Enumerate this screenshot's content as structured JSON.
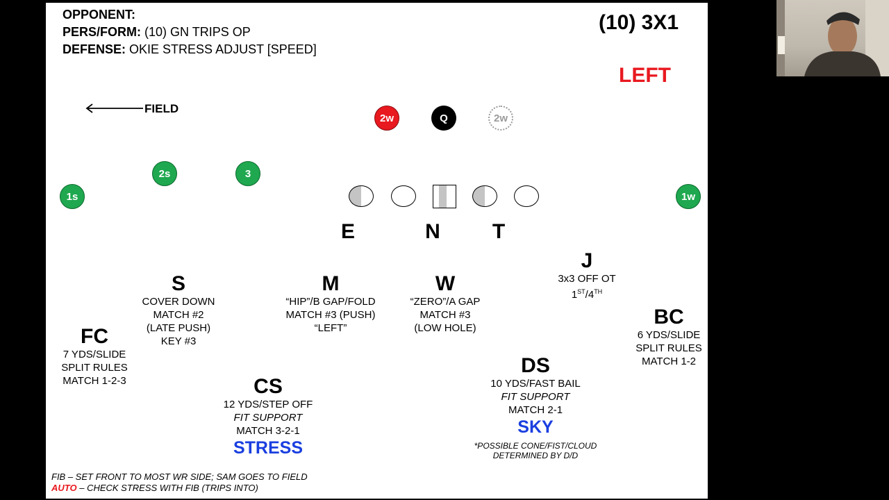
{
  "header": {
    "opponent_label": "OPPONENT:",
    "pers_label": "PERS/FORM:",
    "pers_value": "(10) GN TRIPS OP",
    "defense_label": "DEFENSE:",
    "defense_value": "OKIE STRESS ADJUST [SPEED]",
    "formation_tag": "(10) 3X1",
    "direction": "LEFT",
    "direction_color": "#e8191f"
  },
  "field_label": "FIELD",
  "offense": {
    "backfield": [
      "2w",
      "Q",
      "2w"
    ],
    "receivers": [
      "1s",
      "2s",
      "3",
      "1w"
    ]
  },
  "dline": [
    "E",
    "N",
    "T"
  ],
  "defenders": {
    "J": {
      "name": "J",
      "lines": [
        "3x3 OFF OT"
      ],
      "sup1": "1",
      "sup1b": "ST",
      "sup2": "/4",
      "sup2b": "TH"
    },
    "S": {
      "name": "S",
      "lines": [
        "COVER DOWN",
        "MATCH #2",
        "(LATE PUSH)",
        "KEY #3"
      ]
    },
    "M": {
      "name": "M",
      "lines": [
        "“HIP”/B GAP/FOLD",
        "MATCH #3 (PUSH)",
        "“LEFT”"
      ]
    },
    "W": {
      "name": "W",
      "lines": [
        "“ZERO”/A GAP",
        "MATCH #3",
        "(LOW HOLE)"
      ]
    },
    "FC": {
      "name": "FC",
      "lines": [
        "7 YDS/SLIDE",
        "SPLIT RULES",
        "MATCH 1-2-3"
      ]
    },
    "BC": {
      "name": "BC",
      "lines": [
        "6 YDS/SLIDE",
        "SPLIT RULES",
        "MATCH 1-2"
      ]
    },
    "CS": {
      "name": "CS",
      "lines": [
        "12 YDS/STEP OFF",
        "FIT SUPPORT",
        "MATCH 3-2-1"
      ],
      "call": "STRESS"
    },
    "DS": {
      "name": "DS",
      "lines": [
        "10 YDS/FAST BAIL",
        "FIT SUPPORT",
        "MATCH 2-1"
      ],
      "call": "SKY",
      "note1": "*POSSIBLE CONE/FIST/CLOUD",
      "note2": "DETERMINED BY D/D"
    }
  },
  "footer": {
    "line1": "FIB – SET FRONT TO MOST WR SIDE; SAM GOES TO FIELD",
    "auto_label": "AUTO",
    "line2": " – CHECK STRESS WITH FIB (TRIPS INTO)",
    "auto_color": "#e8191f"
  },
  "colors": {
    "call_blue": "#1a3fe0",
    "receiver_green": "#1fa84f",
    "red": "#e8191f"
  }
}
